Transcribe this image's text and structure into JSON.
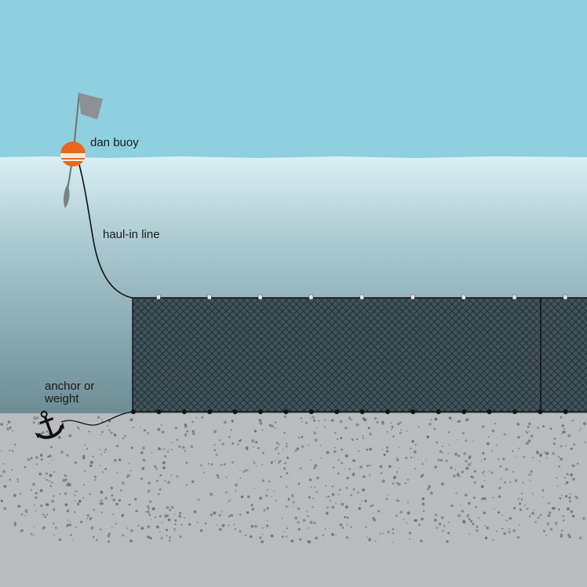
{
  "labels": {
    "dan_buoy": "dan buoy",
    "haul_in_line": "haul-in line",
    "anchor_line1": "anchor or",
    "anchor_line2": "weight"
  },
  "colors": {
    "sky": "#8ecfe0",
    "water_top": "#d6eef2",
    "water_bottom": "#6f8f98",
    "seabed": "#b9bbbd",
    "seabed_speckle": "#6d7075",
    "net_panel": "#3e4f56",
    "net_mesh": "#1c2a30",
    "buoy_orange": "#e9661f",
    "buoy_band": "#f7ead8",
    "flag": "#8d9094",
    "line": "#111111",
    "float": "#e8e8e8",
    "sinker": "#111111"
  },
  "icons": {
    "buoy": "dan-buoy-icon",
    "flag": "flag-icon",
    "anchor": "anchor-icon"
  }
}
